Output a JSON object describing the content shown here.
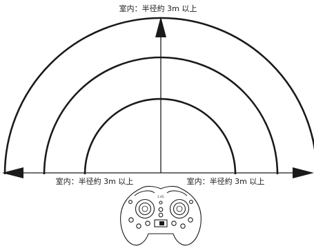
{
  "labels": {
    "top": "室内：半径約 3m 以上",
    "left": "室内：半径約 3m 以上",
    "right": "室内：半径約 3m 以上"
  },
  "controller": {
    "frequency_label": "2.4G"
  },
  "colors": {
    "line": "#1a1a1a",
    "background": "#ffffff"
  }
}
